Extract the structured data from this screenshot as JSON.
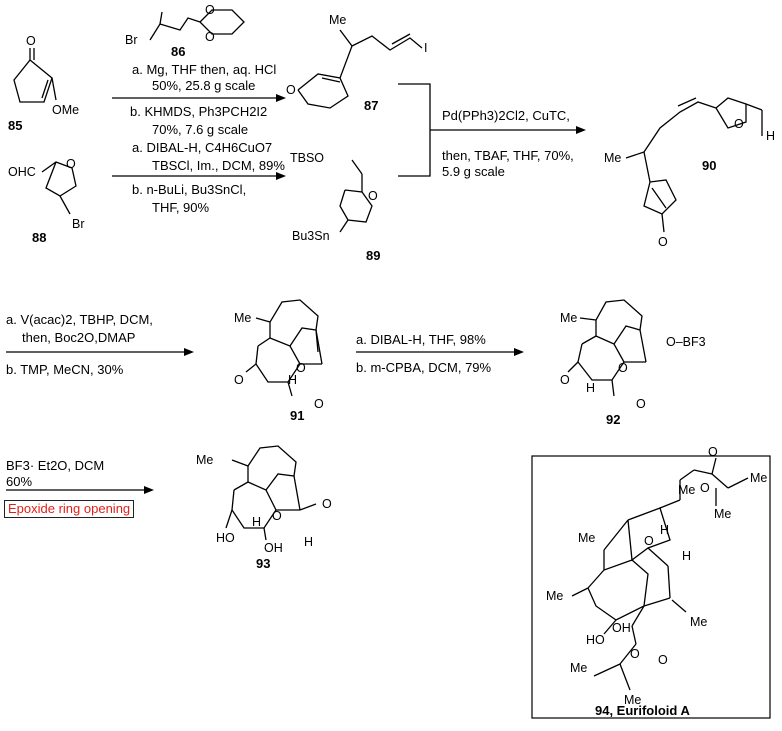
{
  "compounds": {
    "c85": "85",
    "c86": "86",
    "c87": "87",
    "c88": "88",
    "c89": "89",
    "c90": "90",
    "c91": "91",
    "c92": "92",
    "c93": "93",
    "c94": "94, Eurifoloid A"
  },
  "step1": {
    "a_line1": "a. Mg, THF then, aq. HCl",
    "a_line2": "50%, 25.8 g scale",
    "b_line1": "b. KHMDS, Ph3PCH2I2",
    "b_line2": "70%, 7.6 g scale"
  },
  "step2": {
    "a_line1": "a. DIBAL-H, C4H6CuO7",
    "a_line2": "TBSCl, Im., DCM, 89%",
    "b_line1": "b. n-BuLi, Bu3SnCl,",
    "b_line2": "THF, 90%"
  },
  "step3": {
    "line1": "Pd(PPh3)2Cl2, CuTC,",
    "line2": "then, TBAF, THF, 70%,",
    "line3": "5.9 g scale"
  },
  "step4": {
    "a_line1": "a. V(acac)2, TBHP, DCM,",
    "a_line2": "then, Boc2O,DMAP",
    "b_line1": "b. TMP, MeCN, 30%"
  },
  "step5": {
    "a_line1": "a. DIBAL-H, THF, 98%",
    "b_line1": "b. m-CPBA, DCM, 79%"
  },
  "step6": {
    "line1": "BF3· Et2O, DCM",
    "line2": "60%",
    "note": "Epoxide ring opening"
  },
  "atoms": {
    "me": "Me",
    "ome": "OMe",
    "o": "O",
    "br": "Br",
    "i": "I",
    "ohc": "OHC",
    "tbso": "TBSO",
    "bu3sn": "Bu3Sn",
    "oh": "OH",
    "ho": "HO",
    "h": "H",
    "obf3": "O–BF3"
  },
  "colors": {
    "note_text": "#e0211a",
    "line": "#000000"
  }
}
